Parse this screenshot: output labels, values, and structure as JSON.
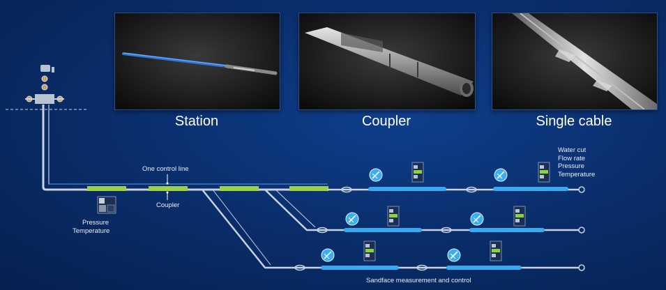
{
  "photos": [
    {
      "caption": "Station",
      "subject": "station-photo"
    },
    {
      "caption": "Coupler",
      "subject": "coupler-photo"
    },
    {
      "caption": "Single cable",
      "subject": "single-cable-photo"
    }
  ],
  "labels": {
    "one_control_line": "One control line",
    "coupler": "Coupler",
    "surface_pressure": "Pressure",
    "surface_temperature": "Temperature",
    "sandface": "Sandface measurement and control"
  },
  "measurements": [
    "Water cut",
    "Flow rate",
    "Pressure",
    "Temperature"
  ],
  "colors": {
    "background": "#0a2f6e",
    "line": "#c8d2e0",
    "coupler_segment": "#9bd14a",
    "sensor_bar": "#39a9f0",
    "valve_icon": "#3aaef2",
    "gauge_green": "#8ed13e"
  },
  "icons": [
    "valve-icon",
    "gauge-icon",
    "wellhead-icon"
  ]
}
